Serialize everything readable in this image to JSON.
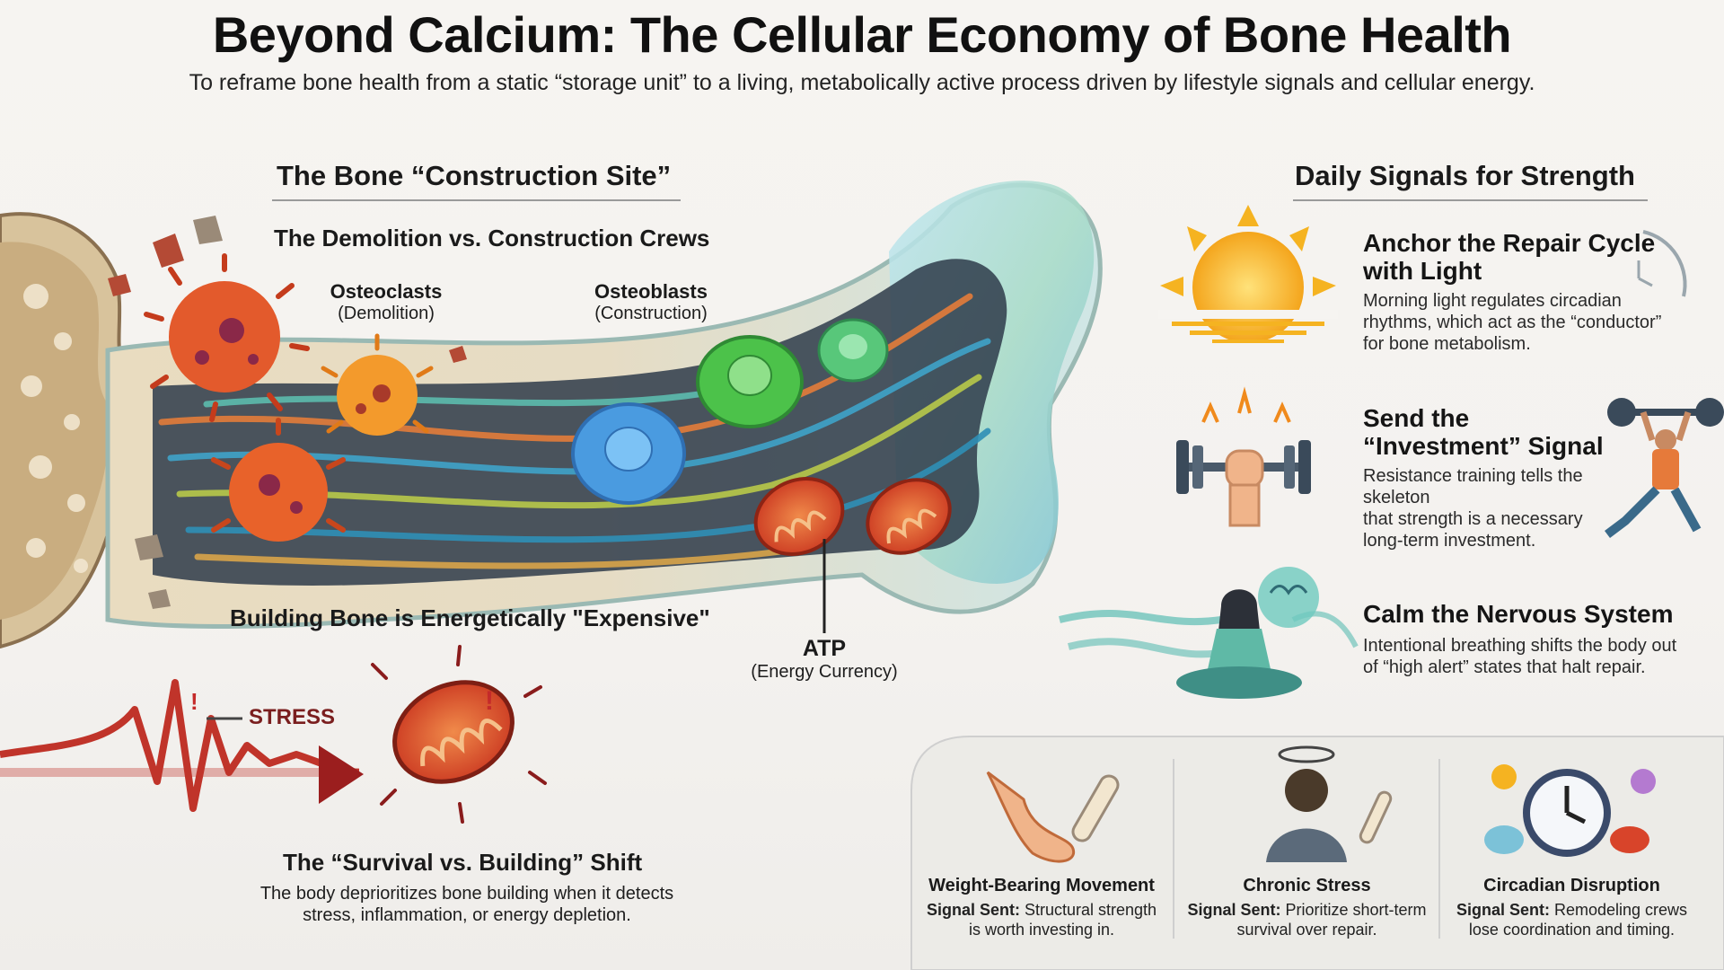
{
  "header": {
    "title": "Beyond Calcium: The Cellular Economy of Bone Health",
    "subtitle": "To reframe bone health from a static “storage unit” to a living, metabolically active process driven by lifestyle signals and cellular energy."
  },
  "construction_site": {
    "heading": "The Bone “Construction Site”",
    "crews_heading": "The Demolition vs. Construction Crews",
    "osteoclasts_label": "Osteoclasts",
    "osteoclasts_role": "(Demolition)",
    "osteoblasts_label": "Osteoblasts",
    "osteoblasts_role": "(Construction)",
    "expensive_label": "Building Bone is Energetically \"Expensive\"",
    "atp_label": "ATP",
    "atp_role": "(Energy Currency)"
  },
  "stress_shift": {
    "stress_label": "STRESS",
    "title": "The “Survival vs. Building” Shift",
    "body_line1": "The body deprioritizes bone building when it detects",
    "body_line2": "stress, inflammation, or energy depletion."
  },
  "daily_signals": {
    "heading": "Daily Signals for Strength",
    "items": [
      {
        "title_line1": "Anchor the Repair Cycle",
        "title_line2": "with Light",
        "body_line1": "Morning light regulates circadian",
        "body_line2": "rhythms, which act as the “conductor”",
        "body_line3": "for bone metabolism.",
        "icon": "sun-icon"
      },
      {
        "title_line1": "Send the",
        "title_line2": "“Investment” Signal",
        "body_line1": "Resistance training tells the skeleton",
        "body_line2": "that strength is a necessary",
        "body_line3": "long-term investment.",
        "icon": "dumbbell-icon"
      },
      {
        "title_line1": "Calm the Nervous System",
        "body_line1": "Intentional breathing shifts the body out",
        "body_line2": "of “high alert” states that halt repair.",
        "icon": "meditation-icon"
      }
    ]
  },
  "signal_panels": [
    {
      "title": "Weight-Bearing Movement",
      "prefix": "Signal Sent:",
      "text_line1": " Structural strength",
      "text_line2": "is worth investing in.",
      "icon": "foot-bone-icon"
    },
    {
      "title": "Chronic Stress",
      "prefix": "Signal Sent:",
      "text_line1": " Prioritize short-term",
      "text_line2": "survival over repair.",
      "icon": "stressed-person-icon"
    },
    {
      "title": "Circadian Disruption",
      "prefix": "Signal Sent:",
      "text_line1": " Remodeling crews",
      "text_line2": "lose coordination and timing.",
      "icon": "clock-icon"
    }
  ],
  "colors": {
    "osteoclast": "#e8622a",
    "osteoblast_blue": "#4a9be0",
    "osteoblast_green": "#4cc24a",
    "mitochondria": "#d8442a",
    "stress_wave": "#9b1e1e",
    "sun": "#f5b321"
  }
}
